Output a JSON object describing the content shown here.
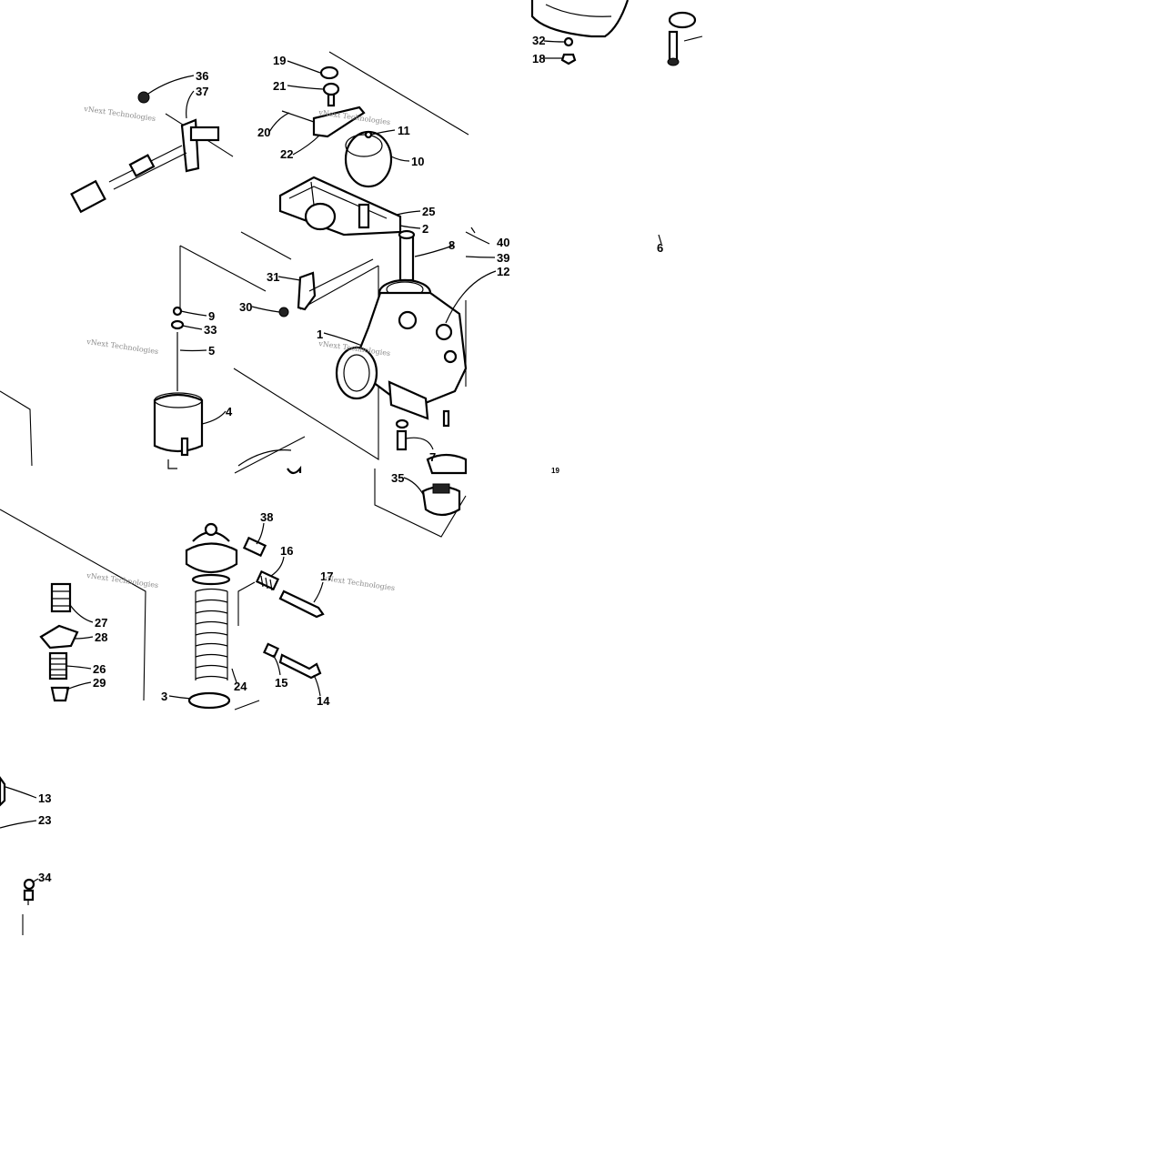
{
  "diagram": {
    "callouts": [
      "36",
      "37",
      "19",
      "21",
      "20",
      "11",
      "22",
      "10",
      "25",
      "2",
      "40",
      "39",
      "8",
      "12",
      "31",
      "30",
      "1",
      "9",
      "33",
      "5",
      "4",
      "7",
      "35",
      "38",
      "16",
      "17",
      "27",
      "28",
      "26",
      "29",
      "24",
      "15",
      "14",
      "3",
      "13",
      "23",
      "34",
      "32",
      "18",
      "6",
      "19"
    ],
    "watermarks": [
      "vNext Technologies",
      "vNext Technologies",
      "vNext Technologies",
      "vNext Technologies",
      "vNext Technologies",
      "vNext Technologies"
    ]
  }
}
